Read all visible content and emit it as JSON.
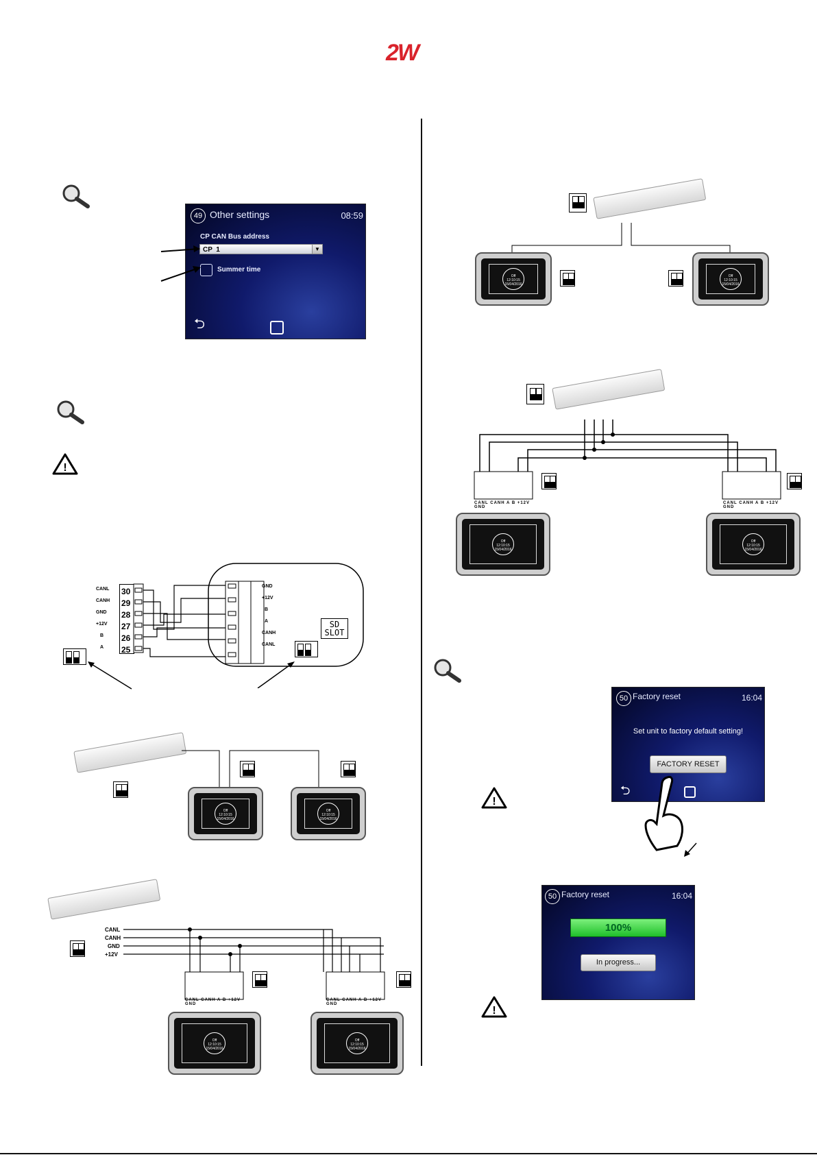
{
  "logo": "2W",
  "colors": {
    "logo": "#d9232b",
    "screen_bg": "#101a6b",
    "progress": "#1fbf2a"
  },
  "icons": [
    "magnifier-icon",
    "warning-icon",
    "back-arrow-icon",
    "home-square-icon",
    "hand-pointer-icon",
    "dropdown-arrow-icon"
  ],
  "other_settings_screen": {
    "number": "49",
    "title": "Other settings",
    "time": "08:59",
    "field_label": "CP CAN Bus address",
    "dropdown_value": "CP  1",
    "checkbox_label": "Summer time"
  },
  "wiring_labels_left": [
    "CANL",
    "CANH",
    "GND",
    "+12V",
    "B",
    "A"
  ],
  "terminal_numbers": [
    "30",
    "29",
    "28",
    "27",
    "26",
    "25"
  ],
  "wiring_labels_right": [
    "GND",
    "+12V",
    "B",
    "A",
    "CANH",
    "CANL"
  ],
  "sd_slot": "SD\nSLOT",
  "bus_labels": [
    "CANL",
    "CANH",
    "GND",
    "+12V"
  ],
  "terminal_block_labels": [
    "CANL",
    "CANH",
    "A",
    "B",
    "+12V",
    "GND"
  ],
  "panel_display": {
    "mode": "Off",
    "time": "12:10:15",
    "date": "15/04/2016"
  },
  "factory_reset_screen": {
    "number": "50",
    "title": "Factory reset",
    "time": "16:04",
    "message": "Set unit to factory default setting!",
    "button": "FACTORY RESET"
  },
  "factory_reset_progress_screen": {
    "number": "50",
    "title": "Factory reset",
    "time": "16:04",
    "progress": "100%",
    "status": "In progress..."
  }
}
